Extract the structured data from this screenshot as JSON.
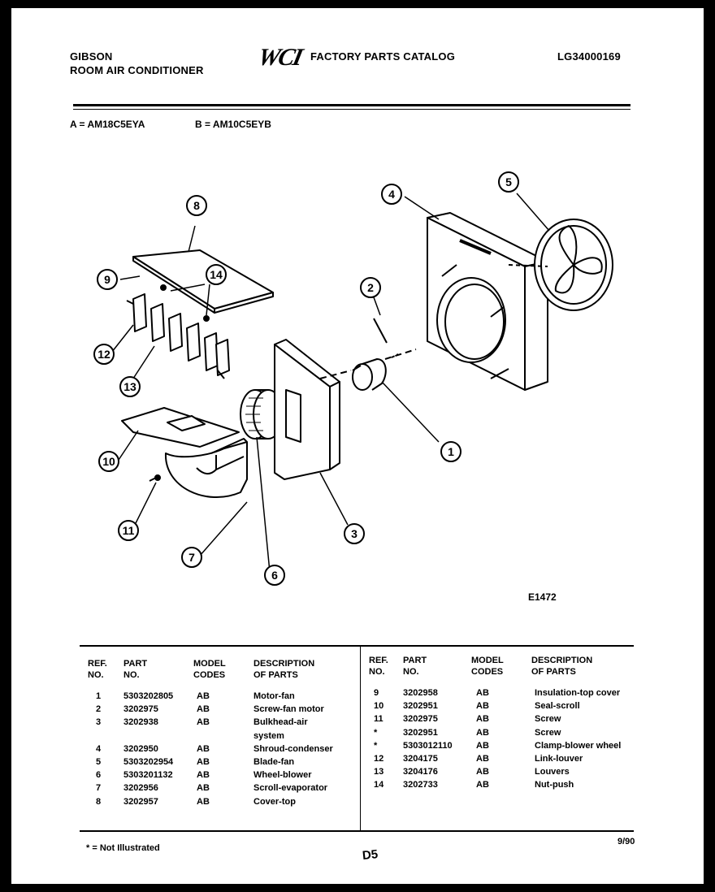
{
  "header": {
    "brand": "GIBSON",
    "product": "ROOM AIR CONDITIONER",
    "logo": "WCI",
    "catalog": "FACTORY PARTS CATALOG",
    "doc_number": "LG34000169"
  },
  "models": {
    "a": "A = AM18C5EYA",
    "b": "B = AM10C5EYB"
  },
  "callouts": [
    "1",
    "2",
    "3",
    "4",
    "5",
    "6",
    "7",
    "8",
    "9",
    "10",
    "11",
    "12",
    "13",
    "14"
  ],
  "figure_id": "E1472",
  "table": {
    "headers": {
      "ref": "REF.\nNO.",
      "part": "PART\nNO.",
      "model": "MODEL\nCODES",
      "desc": "DESCRIPTION\nOF PARTS"
    },
    "left": [
      {
        "ref": "1",
        "part": "5303202805",
        "model": "AB",
        "desc": "Motor-fan"
      },
      {
        "ref": "2",
        "part": "3202975",
        "model": "AB",
        "desc": "Screw-fan motor"
      },
      {
        "ref": "3",
        "part": "3202938",
        "model": "AB",
        "desc": "Bulkhead-air"
      },
      {
        "ref": "",
        "part": "",
        "model": "",
        "desc": "system"
      },
      {
        "ref": "4",
        "part": "3202950",
        "model": "AB",
        "desc": "Shroud-condenser"
      },
      {
        "ref": "5",
        "part": "5303202954",
        "model": "AB",
        "desc": "Blade-fan"
      },
      {
        "ref": "6",
        "part": "5303201132",
        "model": "AB",
        "desc": "Wheel-blower"
      },
      {
        "ref": "7",
        "part": "3202956",
        "model": "AB",
        "desc": "Scroll-evaporator"
      },
      {
        "ref": "8",
        "part": "3202957",
        "model": "AB",
        "desc": "Cover-top"
      }
    ],
    "right": [
      {
        "ref": "9",
        "part": "3202958",
        "model": "AB",
        "desc": "Insulation-top cover"
      },
      {
        "ref": "10",
        "part": "3202951",
        "model": "AB",
        "desc": "Seal-scroll"
      },
      {
        "ref": "11",
        "part": "3202975",
        "model": "AB",
        "desc": "Screw"
      },
      {
        "ref": "*",
        "part": "3202951",
        "model": "AB",
        "desc": "Screw"
      },
      {
        "ref": "*",
        "part": "5303012110",
        "model": "AB",
        "desc": "Clamp-blower wheel"
      },
      {
        "ref": "12",
        "part": "3204175",
        "model": "AB",
        "desc": "Link-louver"
      },
      {
        "ref": "13",
        "part": "3204176",
        "model": "AB",
        "desc": "Louvers"
      },
      {
        "ref": "14",
        "part": "3202733",
        "model": "AB",
        "desc": "Nut-push"
      }
    ]
  },
  "footer": {
    "note": "* = Not Illustrated",
    "page": "D5",
    "date": "9/90"
  }
}
